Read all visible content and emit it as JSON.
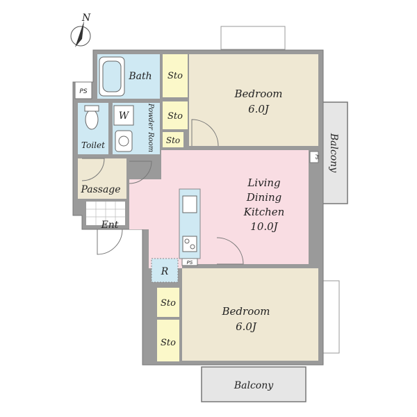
{
  "compass": {
    "label": "N"
  },
  "rooms": {
    "bedroom_top": {
      "name": "Bedroom",
      "size": "6.0J"
    },
    "bedroom_bottom": {
      "name": "Bedroom",
      "size": "6.0J"
    },
    "ldk": {
      "line1": "Living",
      "line2": "Dining",
      "line3": "Kitchen",
      "size": "10.0J"
    },
    "bath": "Bath",
    "toilet": "Toilet",
    "powder": "Powder Room",
    "washer": "W",
    "passage": "Passage",
    "entrance": "Ent",
    "refrigerator": "R"
  },
  "storage": {
    "sto1": "Sto",
    "sto2": "Sto",
    "sto3": "Sto",
    "sto4": "Sto",
    "sto5": "Sto"
  },
  "balconies": {
    "east": "Balcony",
    "south": "Balcony"
  },
  "ps": {
    "ps1": "PS",
    "ps2": "PS",
    "ps3": "PS"
  },
  "colors": {
    "wall": "#8c8c8c",
    "bedroom": "#efe8d3",
    "ldk": "#f9dde3",
    "wet": "#cfe9f3",
    "storage": "#fbf8c9",
    "balcony": "#e6e6e6",
    "entry_tile": "#ffffff"
  }
}
